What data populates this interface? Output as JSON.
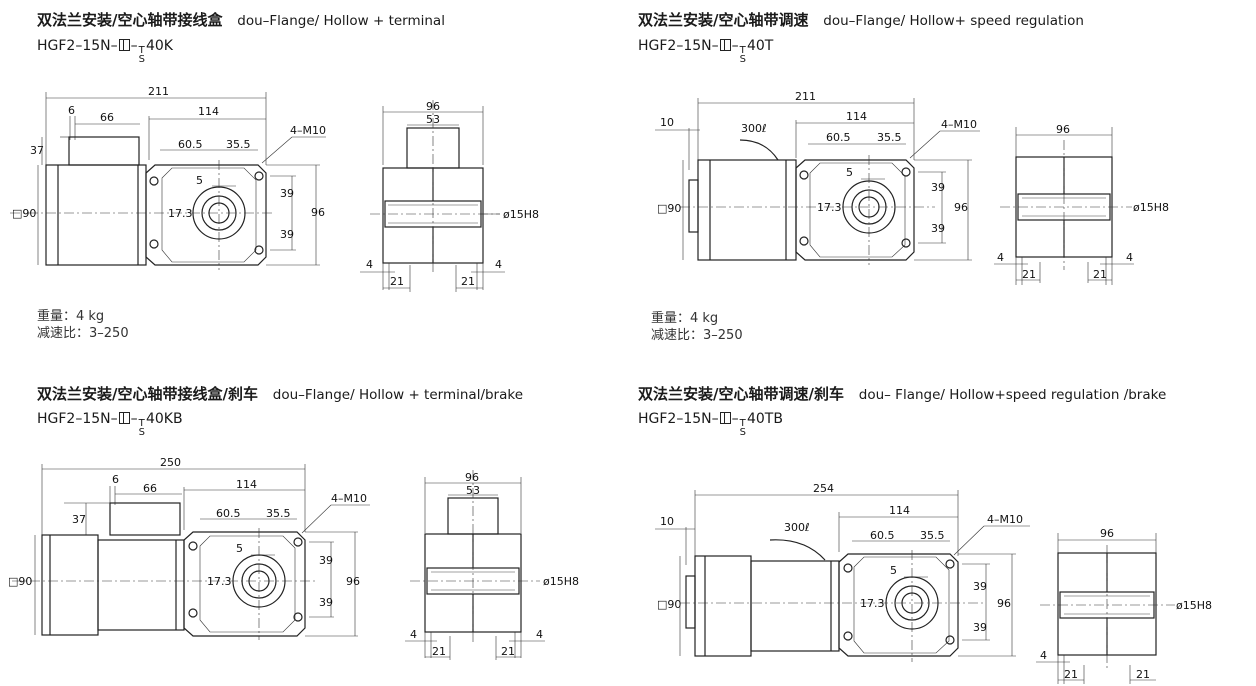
{
  "panels": [
    {
      "title_zh": "双法兰安装/空心轴带接线盒",
      "title_en": "dou–Flange/ Hollow + terminal",
      "model_prefix": "HGF2–15N–",
      "model_mid": "–",
      "model_top": "T",
      "model_bottom": "S",
      "model_suffix": "40K",
      "weight": "重量：4 kg",
      "ratio": "减速比：3–250",
      "dims": {
        "overall": "211",
        "d6": "6",
        "d66": "66",
        "d37": "37",
        "d114": "114",
        "d605": "60.5",
        "d355": "35.5",
        "m10": "4–M10",
        "d5": "5",
        "d173": "17.3",
        "d39a": "39",
        "d39b": "39",
        "d96": "96",
        "sq90": "□90",
        "s96": "96",
        "s53": "53",
        "shaft": "ø15H8",
        "s4a": "4",
        "s4b": "4",
        "s21a": "21",
        "s21b": "21"
      }
    },
    {
      "title_zh": "双法兰安装/空心轴带调速",
      "title_en": "dou–Flange/ Hollow+ speed regulation",
      "model_prefix": "HGF2–15N–",
      "model_mid": "–",
      "model_top": "T",
      "model_bottom": "S",
      "model_suffix": "40T",
      "weight": "重量：4 kg",
      "ratio": "减速比：3–250",
      "dims": {
        "overall": "211",
        "d10": "10",
        "cable": "300ℓ",
        "d114": "114",
        "d605": "60.5",
        "d355": "35.5",
        "m10": "4–M10",
        "d5": "5",
        "d173": "17.3",
        "d39a": "39",
        "d39b": "39",
        "d96": "96",
        "sq90": "□90",
        "s96": "96",
        "shaft": "ø15H8",
        "s4a": "4",
        "s4b": "4",
        "s21a": "21",
        "s21b": "21"
      }
    },
    {
      "title_zh": "双法兰安装/空心轴带接线盒/刹车",
      "title_en": "dou–Flange/ Hollow + terminal/brake",
      "model_prefix": "HGF2–15N–",
      "model_mid": "–",
      "model_top": "T",
      "model_bottom": "S",
      "model_suffix": "40KB",
      "dims": {
        "overall": "250",
        "d6": "6",
        "d66": "66",
        "d37": "37",
        "d114": "114",
        "d605": "60.5",
        "d355": "35.5",
        "m10": "4–M10",
        "d5": "5",
        "d173": "17.3",
        "d39a": "39",
        "d39b": "39",
        "d96": "96",
        "sq90": "□90",
        "s96": "96",
        "s53": "53",
        "shaft": "ø15H8",
        "s4a": "4",
        "s4b": "4",
        "s21a": "21",
        "s21b": "21"
      }
    },
    {
      "title_zh": "双法兰安装/空心轴带调速/刹车",
      "title_en": "dou– Flange/ Hollow+speed regulation /brake",
      "model_prefix": "HGF2–15N–",
      "model_mid": "–",
      "model_top": "T",
      "model_bottom": "S",
      "model_suffix": "40TB",
      "dims": {
        "overall": "254",
        "d10": "10",
        "cable": "300ℓ",
        "d114": "114",
        "d605": "60.5",
        "d355": "35.5",
        "m10": "4–M10",
        "d5": "5",
        "d173": "17.3",
        "d39a": "39",
        "d39b": "39",
        "d96": "96",
        "sq90": "□90",
        "s96": "96",
        "shaft": "ø15H8",
        "s4": "4",
        "s21a": "21",
        "s21b": "21"
      }
    }
  ]
}
